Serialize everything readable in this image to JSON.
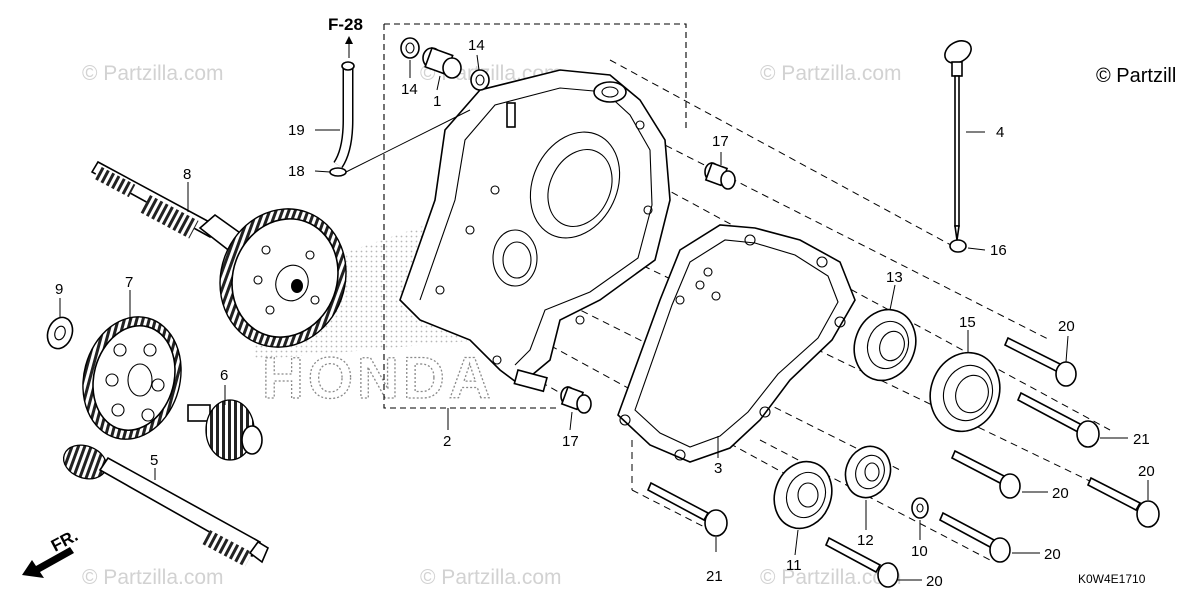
{
  "watermark": {
    "text": "© Partzilla.com"
  },
  "brand_notice": "© Partzill",
  "honda_watermark": "HONDA",
  "diagram_code": "K0W4E1710",
  "reference": {
    "label": "F-28"
  },
  "direction": {
    "label": "FR."
  },
  "callouts": {
    "c1": "1",
    "c2": "2",
    "c3": "3",
    "c4": "4",
    "c5": "5",
    "c6": "6",
    "c7": "7",
    "c8": "8",
    "c9": "9",
    "c10": "10",
    "c11": "11",
    "c12": "12",
    "c13": "13",
    "c14a": "14",
    "c14b": "14",
    "c15": "15",
    "c16": "16",
    "c17a": "17",
    "c17b": "17",
    "c18": "18",
    "c19": "19",
    "c20a": "20",
    "c20b": "20",
    "c20c": "20",
    "c20d": "20",
    "c20e": "20",
    "c21a": "21",
    "c21b": "21"
  }
}
